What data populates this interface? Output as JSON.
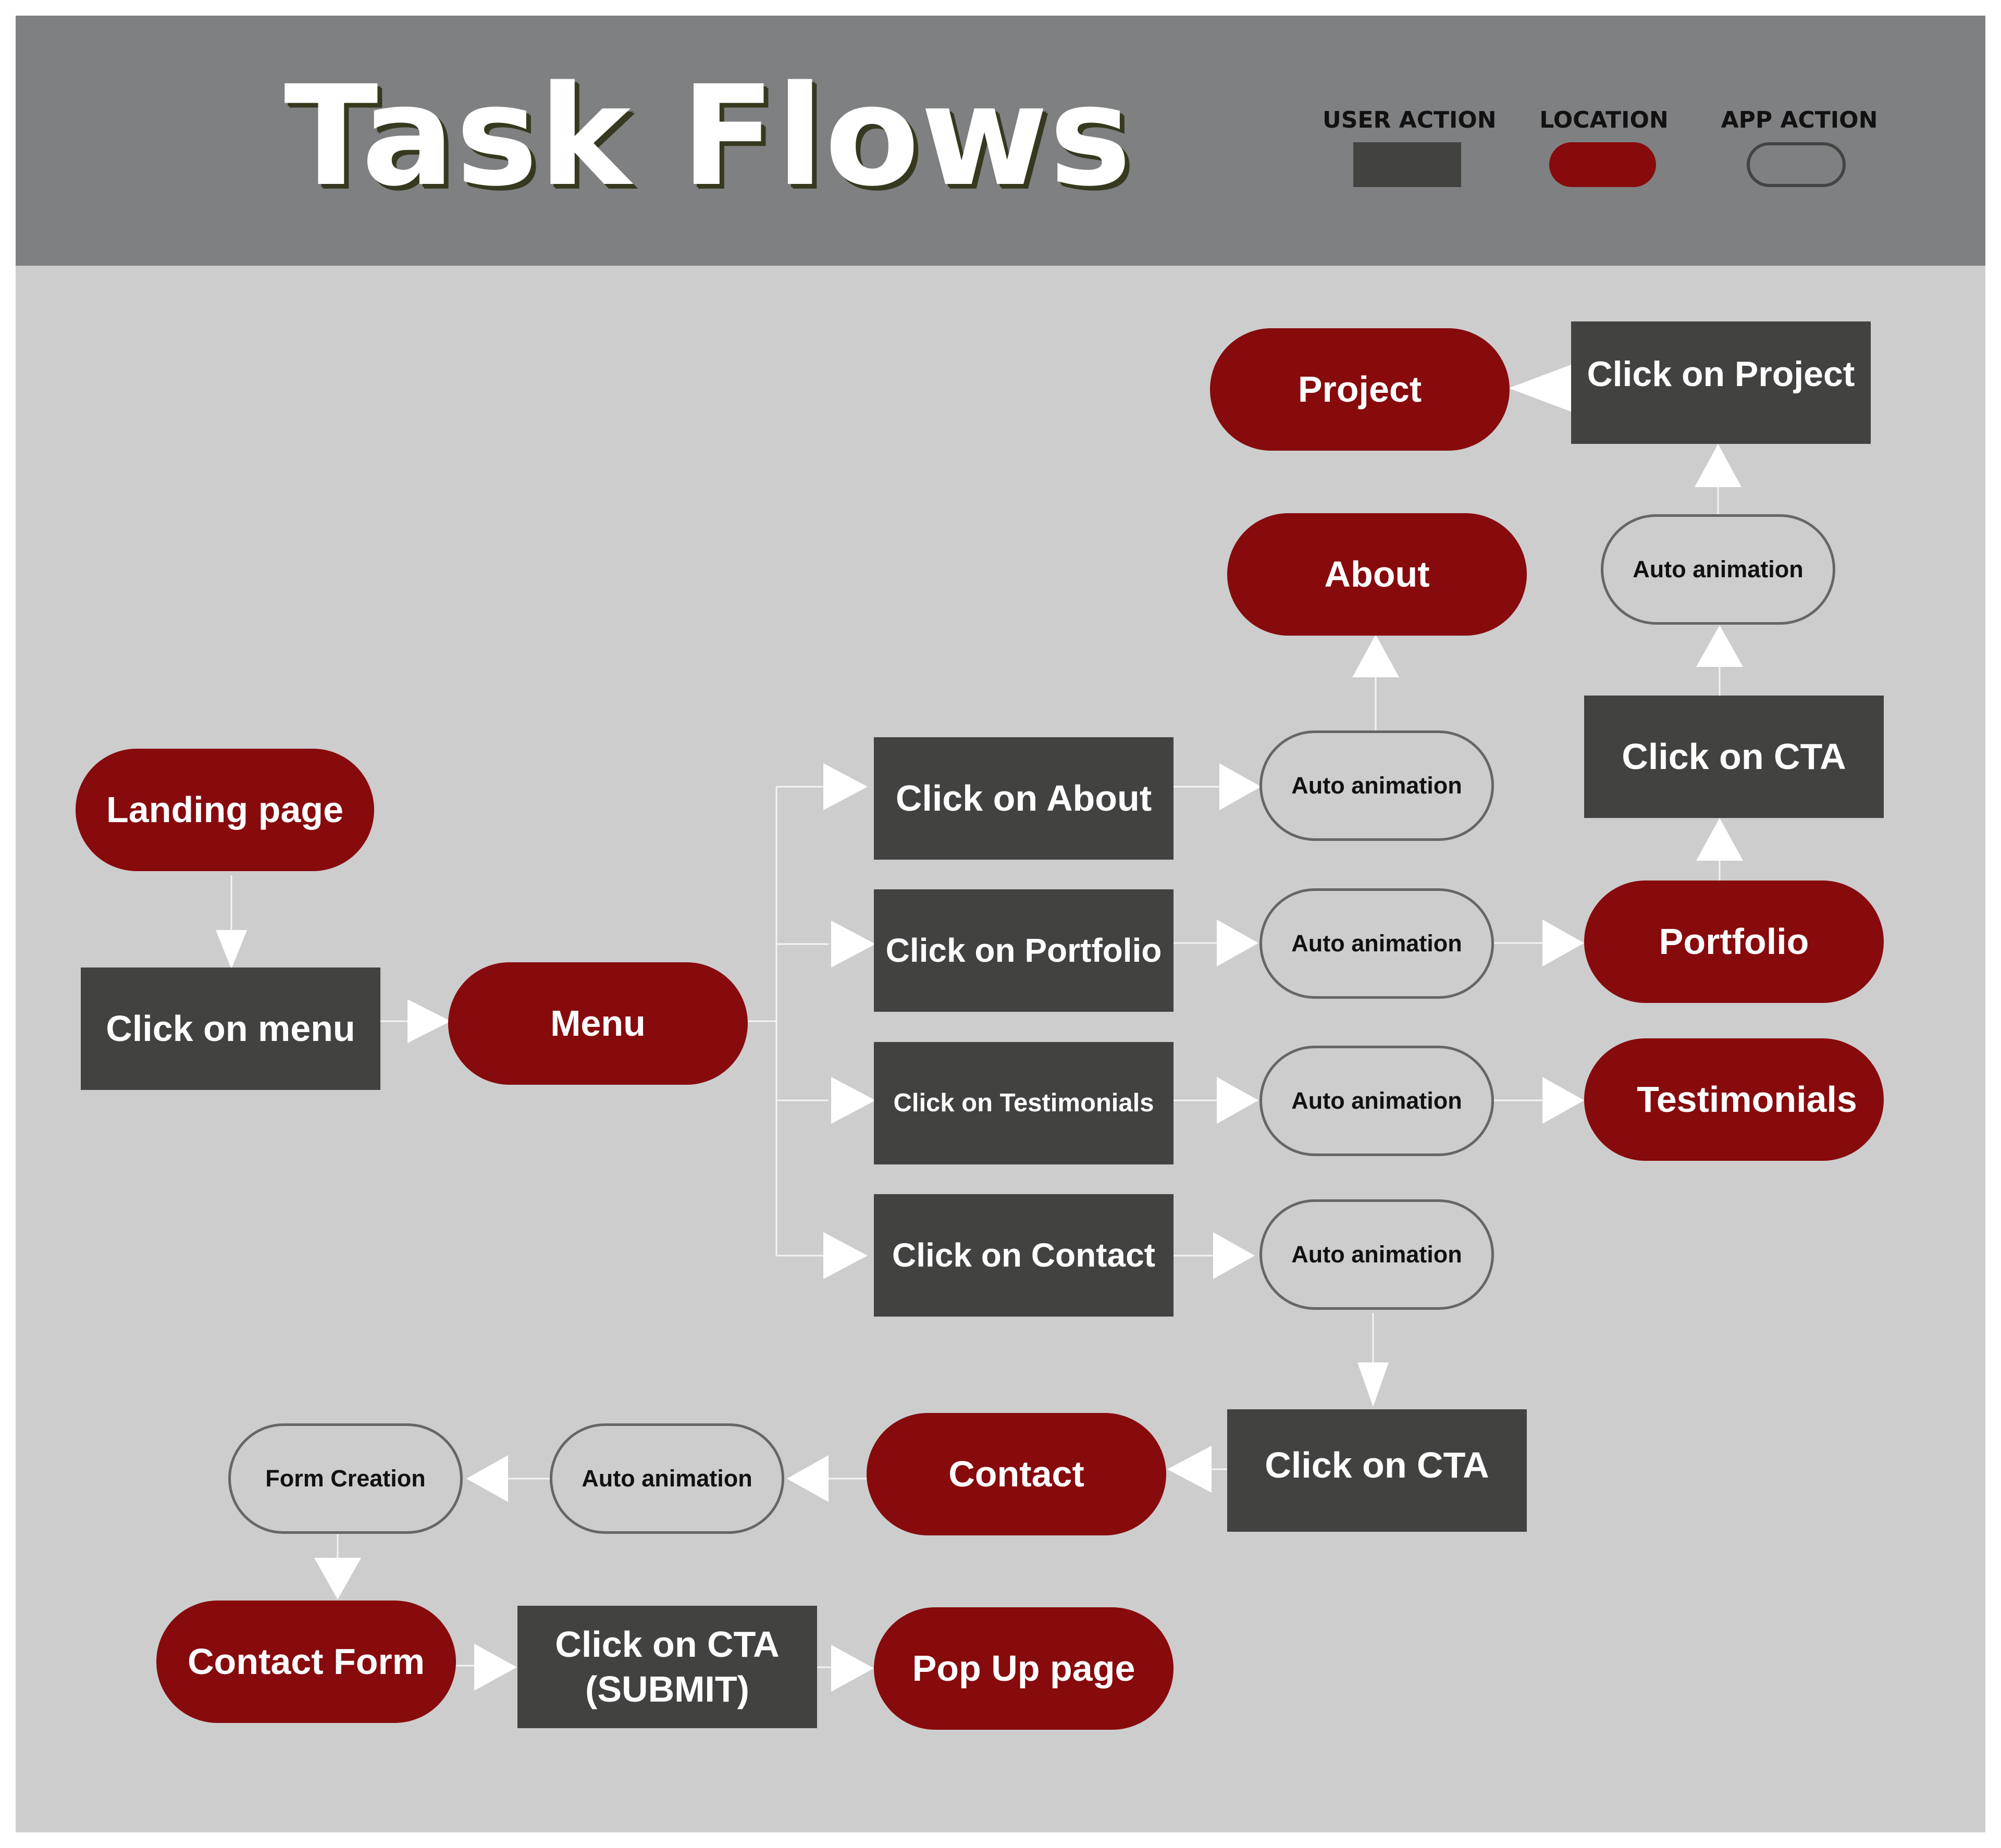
{
  "title": "Task Flows",
  "legend": {
    "user_action": "USER ACTION",
    "location": "LOCATION",
    "app_action": "APP ACTION"
  },
  "colors": {
    "header_bg": "#7f8082",
    "board_bg": "#cdcdcd",
    "user_action": "#424241",
    "location": "#870a0d",
    "app_action_border": "#666666",
    "connector": "#ffffff"
  },
  "nodes": {
    "landing_page": "Landing page",
    "click_on_menu": "Click on menu",
    "menu": "Menu",
    "click_on_about": "Click on About",
    "click_on_portfolio": "Click on Portfolio",
    "click_on_testimonials": "Click on Testimonials",
    "click_on_contact": "Click on Contact",
    "auto_animation_about": "Auto animation",
    "auto_animation_portfolio": "Auto animation",
    "auto_animation_testimonials": "Auto animation",
    "auto_animation_contact": "Auto animation",
    "about": "About",
    "portfolio": "Portfolio",
    "testimonials": "Testimonials",
    "click_on_cta_portfolio": "Click on CTA",
    "auto_animation_portfolio_cta": "Auto animation",
    "click_on_project": "Click on Project",
    "project": "Project",
    "click_on_cta_contact": "Click on CTA",
    "contact": "Contact",
    "auto_animation_contact_page": "Auto animation",
    "form_creation": "Form Creation",
    "contact_form": "Contact Form",
    "click_on_cta_submit": "Click on CTA\n(SUBMIT)",
    "pop_up_page": "Pop Up page"
  }
}
